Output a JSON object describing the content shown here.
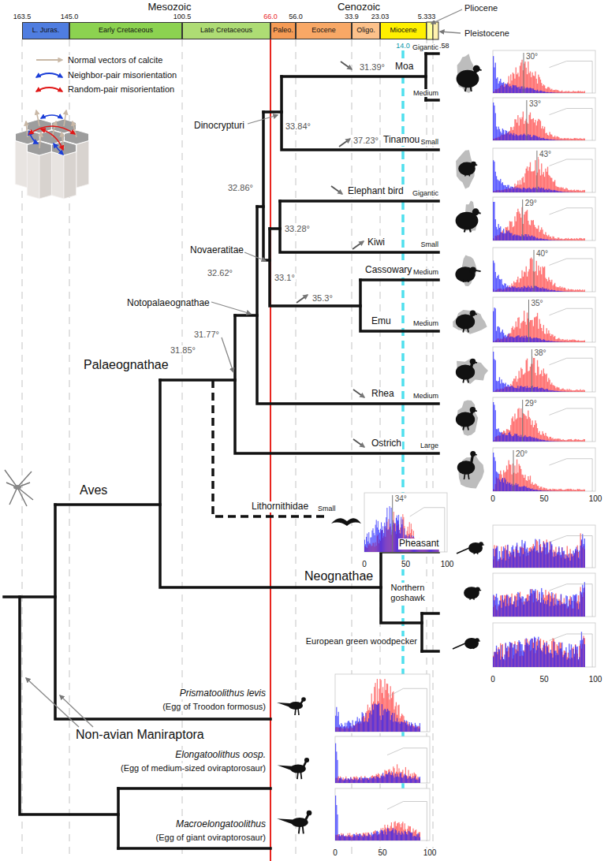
{
  "diagram": {
    "nodes": [
      {
        "text": [
          "L. Juras."
        ]
      },
      {
        "text": [
          "Early Cretaceous"
        ]
      },
      {
        "text": [
          "Late Cretaceous"
        ]
      },
      {
        "text": [
          "Paleo."
        ]
      },
      {
        "text": [
          "Eocene"
        ]
      },
      {
        "text": [
          "Oligo."
        ]
      },
      {
        "text": [
          "Miocene"
        ]
      }
    ],
    "labels": [
      "Mesozoic",
      "Cenozoic",
      "163.5",
      "145.0",
      "100.5",
      "66.0",
      "56.0",
      "33.9",
      "23.03",
      "5.333",
      "2.58",
      "14.0",
      "Pliocene",
      "Pleistocene",
      "31.39°",
      "Moa",
      "Gigantic",
      "Medium",
      "33.84°",
      "Dinocrypturi",
      "37.23°",
      "Tinamou",
      "Small",
      "32.86°",
      "Elephant bird",
      "Gigantic",
      "33.28°",
      "Kiwi",
      "Small",
      "Novaeratitae",
      "33.1°",
      "Cassowary",
      "Medium",
      "35.3°",
      "Emu",
      "Medium",
      "Notopalaeognathae",
      "32.62°",
      "31.77°",
      "31.85°",
      "Palaeognathae",
      "Rhea",
      "Medium",
      "Ostrich",
      "Large",
      "Aves",
      "Lithornithidae",
      "Small",
      "34°",
      "0",
      "50",
      "100",
      "Neognathae",
      "Pheasant",
      "Northern goshawk",
      "European green woodpecker",
      "Non-avian Maniraptora",
      "Prismatoolithus levis",
      "(Egg of Troodon formosus)",
      "Elongatoolithus oosp.",
      "(Egg of medium-sized oviraptorosaur)",
      "Macroelongatoolithus",
      "(Egg of giant oviraptorosaur)",
      "30°",
      "33°",
      "43°",
      "29°",
      "40°",
      "35°",
      "38°",
      "29°",
      "20°",
      "0",
      "50",
      "100",
      "0",
      "50",
      "100",
      "0",
      "50",
      "100"
    ],
    "legend": [
      {
        "text": "Normal vectors of calcite"
      },
      {
        "text": "Neighbor-pair misorientation"
      },
      {
        "text": "Random-pair misorientation"
      }
    ]
  }
}
